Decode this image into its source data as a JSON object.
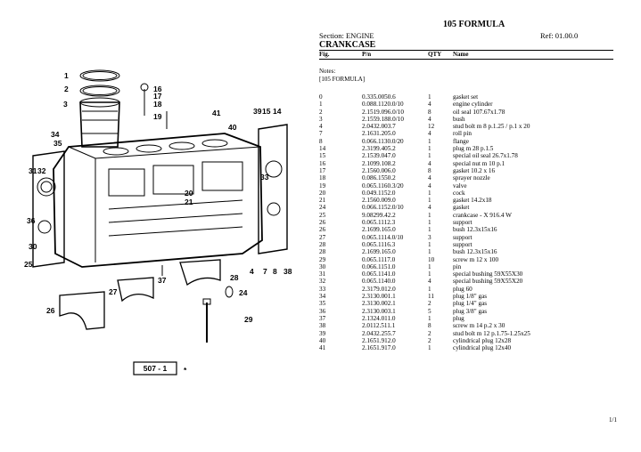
{
  "header": {
    "title": "105 FORMULA",
    "section": "Section: ENGINE",
    "ref": "Ref: 01.00.0",
    "part_title": "CRANKCASE"
  },
  "columns": {
    "fig": "Fig.",
    "pn": "P/n",
    "qty": "QTY",
    "name": "Name"
  },
  "notes": {
    "label": "Notes:",
    "value": "[105 FORMULA]"
  },
  "parts": [
    {
      "fig": "0",
      "pn": "0.335.0050.6",
      "qty": "1",
      "name": "gasket set"
    },
    {
      "fig": "1",
      "pn": "0.088.1120.0/10",
      "qty": "4",
      "name": "engine cylinder"
    },
    {
      "fig": "2",
      "pn": "2.1519.096.0/10",
      "qty": "8",
      "name": "oil seal 107.67x1.78"
    },
    {
      "fig": "3",
      "pn": "2.1559.188.0/10",
      "qty": "4",
      "name": "bush"
    },
    {
      "fig": "4",
      "pn": "2.0432.003.7",
      "qty": "12",
      "name": "stud bolt m 8 p.1.25 / p.1 x 20"
    },
    {
      "fig": "7",
      "pn": "2.1631.205.0",
      "qty": "4",
      "name": "roll pin"
    },
    {
      "fig": "8",
      "pn": "0.066.1130.0/20",
      "qty": "1",
      "name": "flange"
    },
    {
      "fig": "14",
      "pn": "2.3199.405.2",
      "qty": "1",
      "name": "plug m 28 p.1.5"
    },
    {
      "fig": "15",
      "pn": "2.1539.047.0",
      "qty": "1",
      "name": "special oil seal 26.7x1.78"
    },
    {
      "fig": "16",
      "pn": "2.1099.108.2",
      "qty": "4",
      "name": "special nut m 10 p.1"
    },
    {
      "fig": "17",
      "pn": "2.1560.006.0",
      "qty": "8",
      "name": "gasket 10.2 x 16"
    },
    {
      "fig": "18",
      "pn": "0.086.1550.2",
      "qty": "4",
      "name": "sprayer nozzle"
    },
    {
      "fig": "19",
      "pn": "0.065.1160.3/20",
      "qty": "4",
      "name": "valve"
    },
    {
      "fig": "20",
      "pn": "0.049.1152.0",
      "qty": "1",
      "name": "cock"
    },
    {
      "fig": "21",
      "pn": "2.1560.009.0",
      "qty": "1",
      "name": "gasket 14.2x18"
    },
    {
      "fig": "24",
      "pn": "0.066.1152.0/10",
      "qty": "4",
      "name": "gasket"
    },
    {
      "fig": "25",
      "pn": "9.08299.42.2",
      "qty": "1",
      "name": "crankcase - X 916.4 W"
    },
    {
      "fig": "26",
      "pn": "0.065.1112.3",
      "qty": "1",
      "name": "support"
    },
    {
      "fig": "26",
      "pn": "2.1699.165.0",
      "qty": "1",
      "name": "bush 12.3x15x16"
    },
    {
      "fig": "27",
      "pn": "0.065.1114.0/10",
      "qty": "3",
      "name": "support"
    },
    {
      "fig": "28",
      "pn": "0.065.1116.3",
      "qty": "1",
      "name": "support"
    },
    {
      "fig": "28",
      "pn": "2.1699.165.0",
      "qty": "1",
      "name": "bush 12.3x15x16"
    },
    {
      "fig": "29",
      "pn": "0.065.1117.0",
      "qty": "10",
      "name": "screw m 12 x 100"
    },
    {
      "fig": "30",
      "pn": "0.066.1151.0",
      "qty": "1",
      "name": "pin"
    },
    {
      "fig": "31",
      "pn": "0.065.1141.0",
      "qty": "1",
      "name": "special bushing 59X55X30"
    },
    {
      "fig": "32",
      "pn": "0.065.1140.0",
      "qty": "4",
      "name": "special bushing 59X55X20"
    },
    {
      "fig": "33",
      "pn": "2.3179.012.0",
      "qty": "1",
      "name": "plug 60"
    },
    {
      "fig": "34",
      "pn": "2.3130.001.1",
      "qty": "11",
      "name": "plug 1/8\" gas"
    },
    {
      "fig": "35",
      "pn": "2.3130.002.1",
      "qty": "2",
      "name": "plug 1/4\" gas"
    },
    {
      "fig": "36",
      "pn": "2.3130.003.1",
      "qty": "5",
      "name": "plug 3/8\" gas"
    },
    {
      "fig": "37",
      "pn": "2.1324.011.0",
      "qty": "1",
      "name": "plug"
    },
    {
      "fig": "38",
      "pn": "2.0112.511.1",
      "qty": "8",
      "name": "screw m 14 p.2 x 30"
    },
    {
      "fig": "39",
      "pn": "2.0432.255.7",
      "qty": "2",
      "name": "stud bolt m 12 p.1.75-1.25x25"
    },
    {
      "fig": "40",
      "pn": "2.1651.912.0",
      "qty": "2",
      "name": "cylindrical plug 12x28"
    },
    {
      "fig": "41",
      "pn": "2.1651.917.0",
      "qty": "1",
      "name": "cylindrical plug 12x40"
    }
  ],
  "diagram": {
    "callouts": [
      "1",
      "2",
      "3",
      "4",
      "7",
      "8",
      "14",
      "15",
      "16",
      "17",
      "18",
      "19",
      "20",
      "21",
      "24",
      "25",
      "26",
      "27",
      "28",
      "29",
      "30",
      "31",
      "32",
      "33",
      "34",
      "35",
      "36",
      "37",
      "38",
      "39",
      "40",
      "41"
    ],
    "badge": "507 - 1",
    "badge_mark": "*"
  },
  "footer": {
    "page": "1/1"
  }
}
